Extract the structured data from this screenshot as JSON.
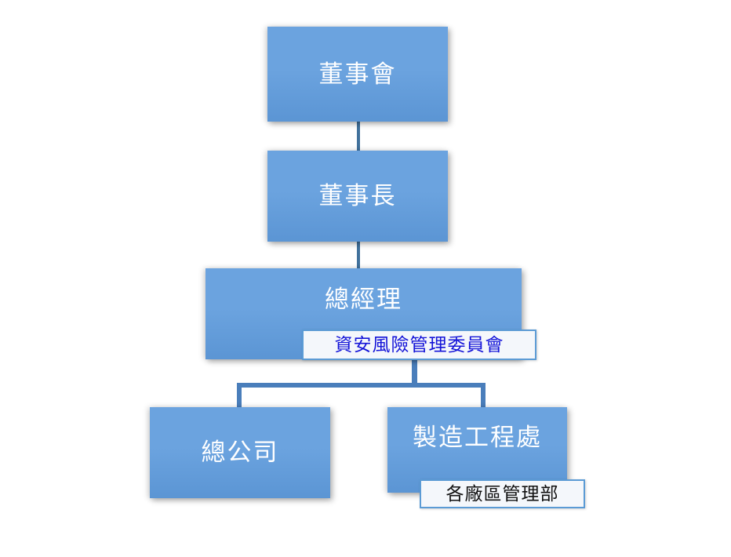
{
  "chart": {
    "type": "org-chart",
    "title": "",
    "background_color": "#ffffff",
    "box_fill_color": "#6ba3df",
    "box_text_color": "#ffffff",
    "connector_color": "#4a7ebb",
    "callout_border_color": "#5b9bd5",
    "callout_fill_color": "#f4f7fb",
    "nodes": [
      {
        "id": "board",
        "label": "董事會",
        "level": 0,
        "style": "blue-box",
        "text_color": "#ffffff"
      },
      {
        "id": "chairman",
        "label": "董事長",
        "level": 1,
        "style": "blue-box",
        "text_color": "#ffffff"
      },
      {
        "id": "general-manager",
        "label": "總經理",
        "level": 2,
        "style": "blue-box",
        "text_color": "#ffffff"
      },
      {
        "id": "head-office",
        "label": "總公司",
        "level": 3,
        "style": "blue-box",
        "text_color": "#ffffff"
      },
      {
        "id": "manufacturing-engineering",
        "label": "製造工程處",
        "level": 3,
        "style": "blue-box",
        "text_color": "#ffffff"
      }
    ],
    "callouts": [
      {
        "id": "security-committee",
        "label": "資安風險管理委員會",
        "attached_to": "general-manager",
        "text_color": "#1414d8"
      },
      {
        "id": "plant-management",
        "label": "各廠區管理部",
        "attached_to": "manufacturing-engineering",
        "text_color": "#111111"
      }
    ],
    "edges": [
      {
        "from": "board",
        "to": "chairman"
      },
      {
        "from": "chairman",
        "to": "general-manager"
      },
      {
        "from": "general-manager",
        "to": "head-office"
      },
      {
        "from": "general-manager",
        "to": "manufacturing-engineering"
      }
    ]
  }
}
